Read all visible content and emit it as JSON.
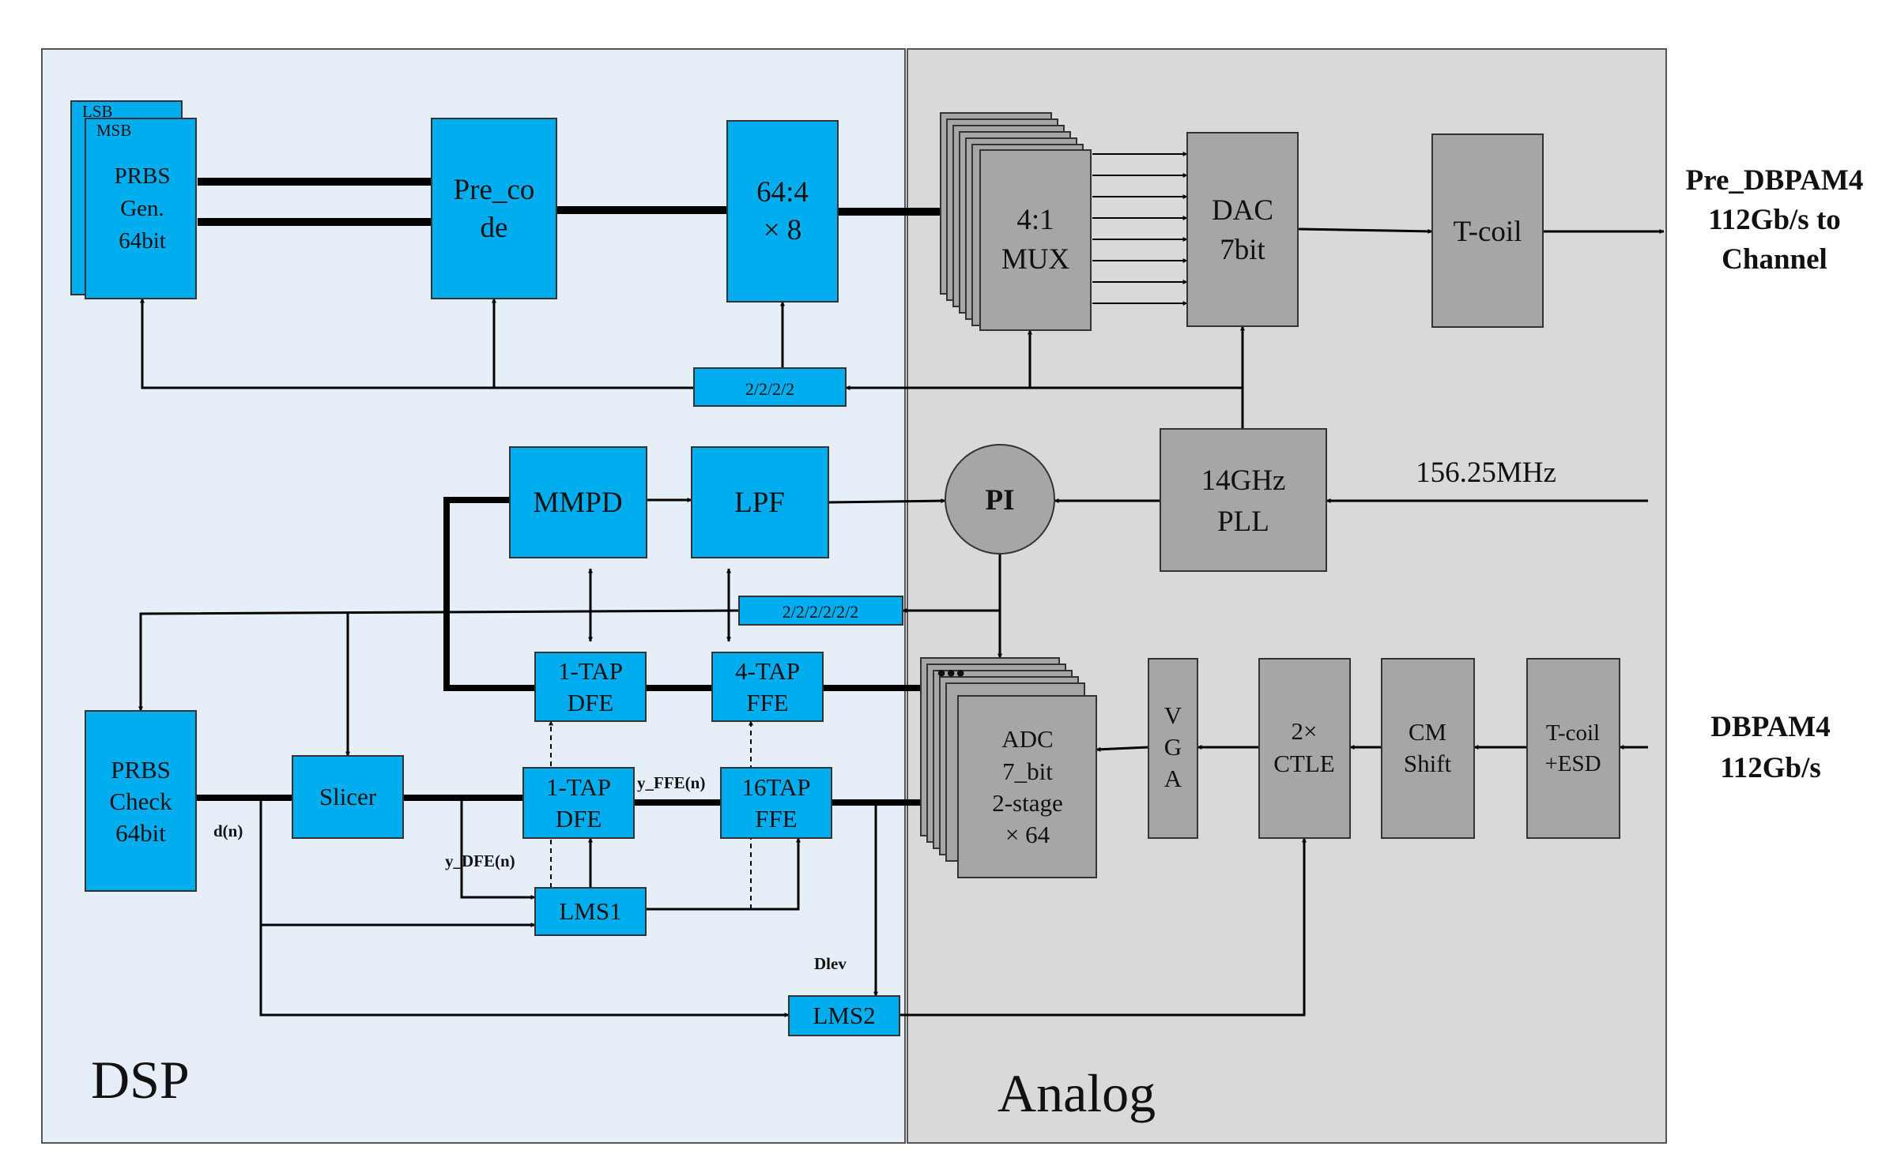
{
  "regions": {
    "dsp": {
      "label": "DSP"
    },
    "analog": {
      "label": "Analog"
    }
  },
  "colors": {
    "dsp_bg": "#e6eef8",
    "analog_bg": "#d9d9d9",
    "dsp_block": "#00aeef",
    "analog_block": "#a6a6a6",
    "line": "#000000"
  },
  "blocks": {
    "prbs_gen": {
      "lsb": "LSB",
      "msb": "MSB",
      "lines": [
        "PRBS",
        "Gen.",
        "64bit"
      ]
    },
    "precode": {
      "lines": [
        "Pre_co",
        "de"
      ]
    },
    "serializer": {
      "lines": [
        "64:4",
        "× 8"
      ]
    },
    "mux": {
      "lines": [
        "4:1",
        "MUX"
      ]
    },
    "dac": {
      "lines": [
        "DAC",
        "7bit"
      ]
    },
    "tcoil_tx": {
      "lines": [
        "T-coil"
      ]
    },
    "divider_top": {
      "lines": [
        "2/2/2/2"
      ]
    },
    "mmpd": {
      "lines": [
        "MMPD"
      ]
    },
    "lpf": {
      "lines": [
        "LPF"
      ]
    },
    "pi": {
      "lines": [
        "PI"
      ]
    },
    "pll": {
      "lines": [
        "14GHz",
        "PLL"
      ]
    },
    "divider_mid": {
      "lines": [
        "2/2/2/2/2/2"
      ]
    },
    "dfe_1tap_top": {
      "lines": [
        "1-TAP",
        "DFE"
      ]
    },
    "ffe_4tap": {
      "lines": [
        "4-TAP",
        "FFE"
      ]
    },
    "adc": {
      "dots": "●●●",
      "lines": [
        "ADC",
        "7_bit",
        "2-stage",
        "× 64"
      ]
    },
    "vga": {
      "lines": [
        "V",
        "G",
        "A"
      ]
    },
    "ctle": {
      "lines": [
        "2×",
        "CTLE"
      ]
    },
    "cm_shift": {
      "lines": [
        "CM",
        "Shift"
      ]
    },
    "tcoil_rx": {
      "lines": [
        "T-coil",
        "+ESD"
      ]
    },
    "prbs_check": {
      "lines": [
        "PRBS",
        "Check",
        "64bit"
      ]
    },
    "slicer": {
      "lines": [
        "Slicer"
      ]
    },
    "dfe_1tap_bot": {
      "lines": [
        "1-TAP",
        "DFE"
      ]
    },
    "ffe_16tap": {
      "lines": [
        "16TAP",
        "FFE"
      ]
    },
    "lms1": {
      "lines": [
        "LMS1"
      ]
    },
    "lms2": {
      "lines": [
        "LMS2"
      ]
    }
  },
  "labels": {
    "tx_output": [
      "Pre_DBPAM4",
      "112Gb/s to",
      "Channel"
    ],
    "rx_input": [
      "DBPAM4",
      "112Gb/s"
    ],
    "ref_clock": "156.25MHz",
    "d_n": "d(n)",
    "y_dfe": "y_DFE(n)",
    "y_ffe": "y_FFE(n)",
    "dlev": "Dlev"
  }
}
